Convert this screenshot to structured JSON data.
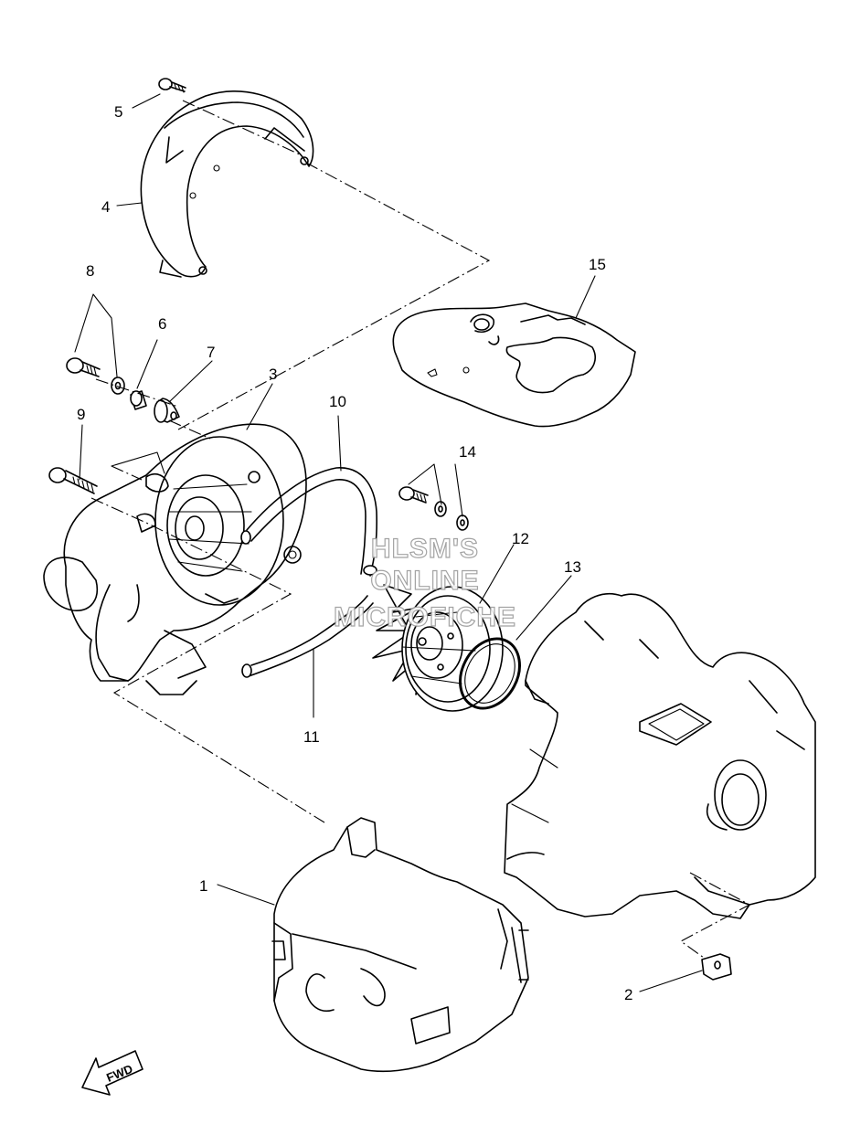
{
  "callouts": [
    {
      "id": "1",
      "label": "1"
    },
    {
      "id": "2",
      "label": "2"
    },
    {
      "id": "3",
      "label": "3"
    },
    {
      "id": "4",
      "label": "4"
    },
    {
      "id": "5",
      "label": "5"
    },
    {
      "id": "6",
      "label": "6"
    },
    {
      "id": "7",
      "label": "7"
    },
    {
      "id": "8",
      "label": "8"
    },
    {
      "id": "9",
      "label": "9"
    },
    {
      "id": "10",
      "label": "10"
    },
    {
      "id": "11",
      "label": "11"
    },
    {
      "id": "12",
      "label": "12"
    },
    {
      "id": "13",
      "label": "13"
    },
    {
      "id": "14",
      "label": "14"
    },
    {
      "id": "15",
      "label": "15"
    }
  ],
  "watermark": {
    "line1": "HLSM'S",
    "line2": "ONLINE",
    "line3": "MICROFICHE"
  },
  "direction_badge": {
    "label": "FWD"
  }
}
